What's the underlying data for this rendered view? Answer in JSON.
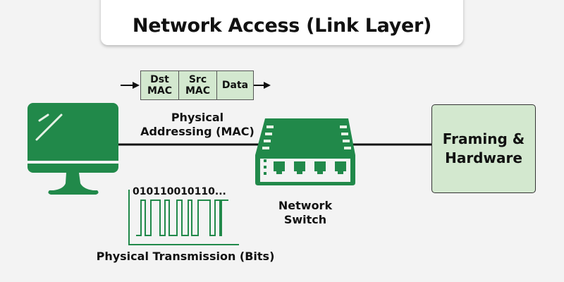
{
  "title": "Network Access (Link Layer)",
  "colors": {
    "primary_green": "#21894a",
    "light_green": "#d3e8cf",
    "background": "#f3f3f3"
  },
  "frame": {
    "fields": [
      {
        "line1": "Dst",
        "line2": "MAC"
      },
      {
        "line1": "Src",
        "line2": "MAC"
      },
      {
        "line1": "Data",
        "line2": ""
      }
    ]
  },
  "labels": {
    "physical_addressing": "Physical Addressing (MAC)",
    "physical_addressing_line1": "Physical",
    "physical_addressing_line2": "Addressing (MAC)",
    "bit_string": "010110010110...",
    "physical_transmission": "Physical Transmission (Bits)",
    "switch_line1": "Network",
    "switch_line2": "Switch",
    "framing_line1": "Framing &",
    "framing_line2": "Hardware"
  },
  "icons": {
    "computer": "desktop-monitor-icon",
    "switch": "network-switch-icon",
    "signal": "square-wave-signal-icon"
  }
}
